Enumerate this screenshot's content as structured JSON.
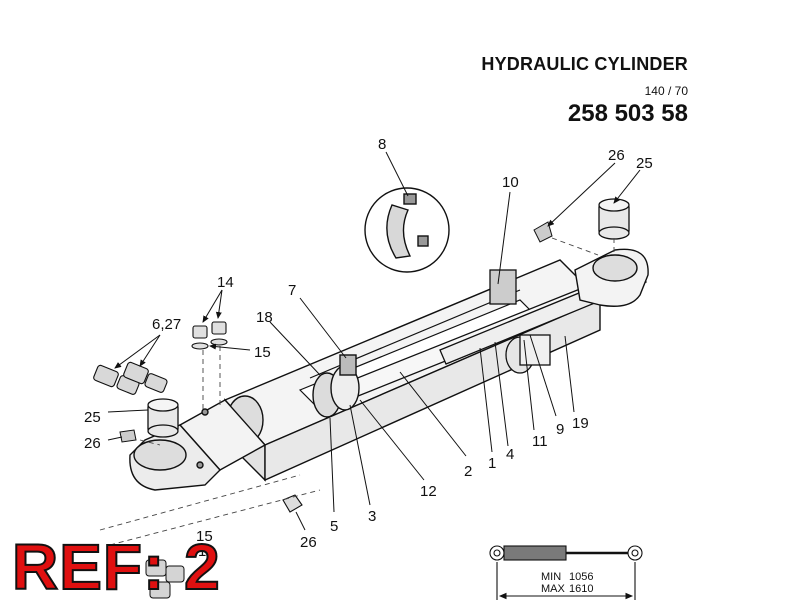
{
  "header": {
    "title": "HYDRAULIC CYLINDER",
    "size": "140 / 70",
    "part_number": "258 503 58"
  },
  "ref_stamp": "REF: 2",
  "callouts": [
    "8",
    "26",
    "25",
    "10",
    "14",
    "7",
    "18",
    "6,27",
    "15",
    "25",
    "26",
    "2",
    "1",
    "4",
    "11",
    "9",
    "19",
    "12",
    "3",
    "5",
    "26",
    "15",
    "18"
  ],
  "stroke": {
    "min_label": "MIN",
    "min_value": "1056",
    "max_label": "MAX",
    "max_value": "1610"
  }
}
